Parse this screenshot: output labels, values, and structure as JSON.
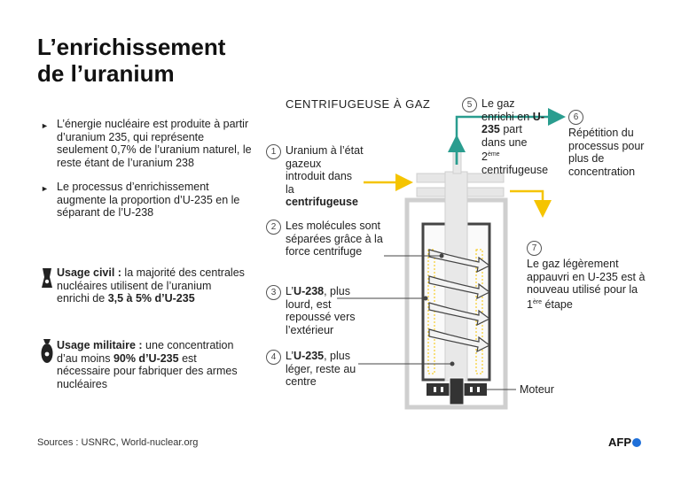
{
  "title": {
    "line1": "L’enrichissement",
    "line2": "de l’uranium"
  },
  "bullets": [
    "L’énergie nucléaire est produite à partir d’uranium 235, qui représente seulement 0,7% de l’uranium naturel, le reste étant de l’uranium 238",
    "Le processus d’enrichissement augmente la proportion d’U-235 en le séparant de l’U-238"
  ],
  "civil": {
    "label": "Usage civil :",
    "text": " la majorité des centrales nucléaires utilisent de l’uranium enrichi de ",
    "bold2": "3,5 à 5% d’U-235"
  },
  "military": {
    "label": "Usage militaire :",
    "text1": " une concentration d’au moins ",
    "bold2": "90% d’U-235",
    "text2": " est nécessaire pour fabriquer des armes nucléaires"
  },
  "diagram_title": "CENTRIFUGEUSE À GAZ",
  "steps": {
    "s1": {
      "num": "1",
      "text": "Uranium à l’état gazeux introduit dans la ",
      "bold": "centrifugeuse"
    },
    "s2": {
      "num": "2",
      "text": "Les molécules sont séparées grâce à la force centrifuge"
    },
    "s3": {
      "num": "3",
      "pre": "L’",
      "bold": "U-238",
      "text": ", plus lourd, est repoussé vers l’extérieur"
    },
    "s4": {
      "num": "4",
      "pre": "L’",
      "bold": "U-235",
      "text": ", plus léger, reste au centre"
    },
    "s5": {
      "num": "5",
      "pre": "Le gaz enrichi en ",
      "bold": "U-235",
      "text": " part dans une 2",
      "sup": "ème",
      "post": " centrifugeuse"
    },
    "s6": {
      "num": "6",
      "text": "Répétition du processus pour plus de concentration"
    },
    "s7": {
      "num": "7",
      "text": "Le gaz légèrement appauvri en U-235 est à nouveau utilisé pour la 1",
      "sup": "ère",
      "post": " étape"
    }
  },
  "motor_label": "Moteur",
  "sources": "Sources : USNRC, World-nuclear.org",
  "logo": "AFP",
  "colors": {
    "arrow_yellow": "#f5c400",
    "arrow_green": "#2a9d8f",
    "pipe": "#dcdcdc",
    "dark": "#333333"
  }
}
